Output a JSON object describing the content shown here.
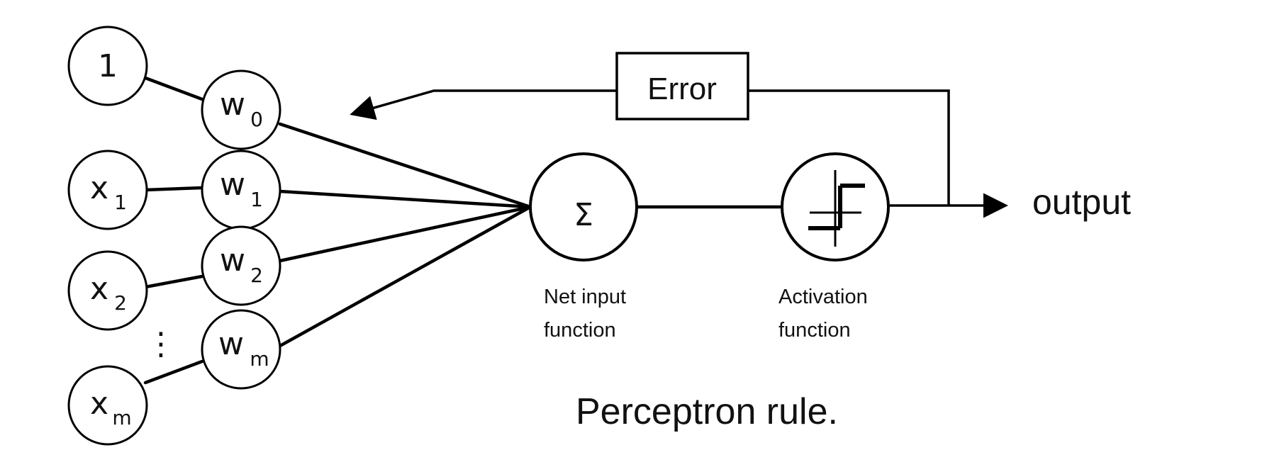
{
  "diagram": {
    "inputs": [
      {
        "id": "bias",
        "main": "1",
        "sub": ""
      },
      {
        "id": "x1",
        "main": "x",
        "sub": "1"
      },
      {
        "id": "x2",
        "main": "x",
        "sub": "2"
      },
      {
        "id": "xm",
        "main": "x",
        "sub": "m"
      }
    ],
    "weights": [
      {
        "id": "w0",
        "main": "w",
        "sub": "0"
      },
      {
        "id": "w1",
        "main": "w",
        "sub": "1"
      },
      {
        "id": "w2",
        "main": "w",
        "sub": "2"
      },
      {
        "id": "wm",
        "main": "w",
        "sub": "m"
      }
    ],
    "ellipsis": "⋮",
    "sum_symbol": "Σ",
    "net_input_label": [
      "Net input",
      "function"
    ],
    "activation_label": [
      "Activation",
      "function"
    ],
    "error_label": "Error",
    "output_label": "output",
    "caption": "Perceptron rule."
  }
}
